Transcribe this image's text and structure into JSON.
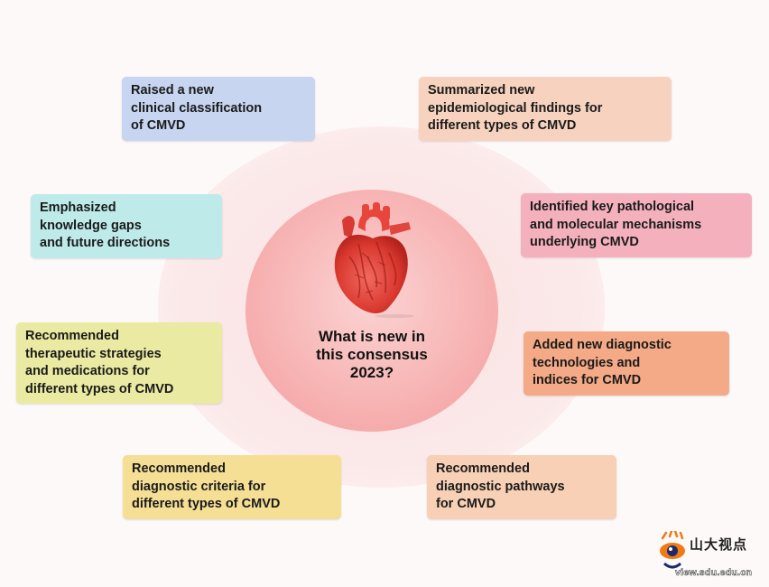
{
  "center": {
    "line1": "What is new in",
    "line2": "this consensus",
    "line3": "2023?"
  },
  "boxes": [
    {
      "id": "classification",
      "lines": [
        "Raised a new",
        "clinical classification",
        "of CMVD"
      ],
      "color": "#c7d5f0"
    },
    {
      "id": "epidemiology",
      "lines": [
        "Summarized new",
        "epidemiological findings for",
        "different types of CMVD"
      ],
      "color": "#f7d3bf"
    },
    {
      "id": "knowledge-gaps",
      "lines": [
        "Emphasized",
        "knowledge gaps",
        "and future directions"
      ],
      "color": "#bfeaea"
    },
    {
      "id": "mechanisms",
      "lines": [
        "Identified key pathological",
        "and molecular mechanisms",
        "underlying CMVD"
      ],
      "color": "#f4b1bd"
    },
    {
      "id": "therapeutic",
      "lines": [
        "Recommended",
        "therapeutic strategies",
        "and medications for",
        "different types of CMVD"
      ],
      "color": "#eaeaa3"
    },
    {
      "id": "diagnostic-tech",
      "lines": [
        "Added new diagnostic",
        "technologies and",
        "indices for CMVD"
      ],
      "color": "#f4a987"
    },
    {
      "id": "diagnostic-criteria",
      "lines": [
        "Recommended",
        "diagnostic criteria for",
        "different types of CMVD"
      ],
      "color": "#f4df95"
    },
    {
      "id": "diagnostic-pathways",
      "lines": [
        "Recommended",
        "diagnostic pathways",
        "for CMVD"
      ],
      "color": "#f7d0b6"
    }
  ],
  "logo": {
    "name": "山大视点",
    "url": "view.sdu.edu.cn"
  }
}
